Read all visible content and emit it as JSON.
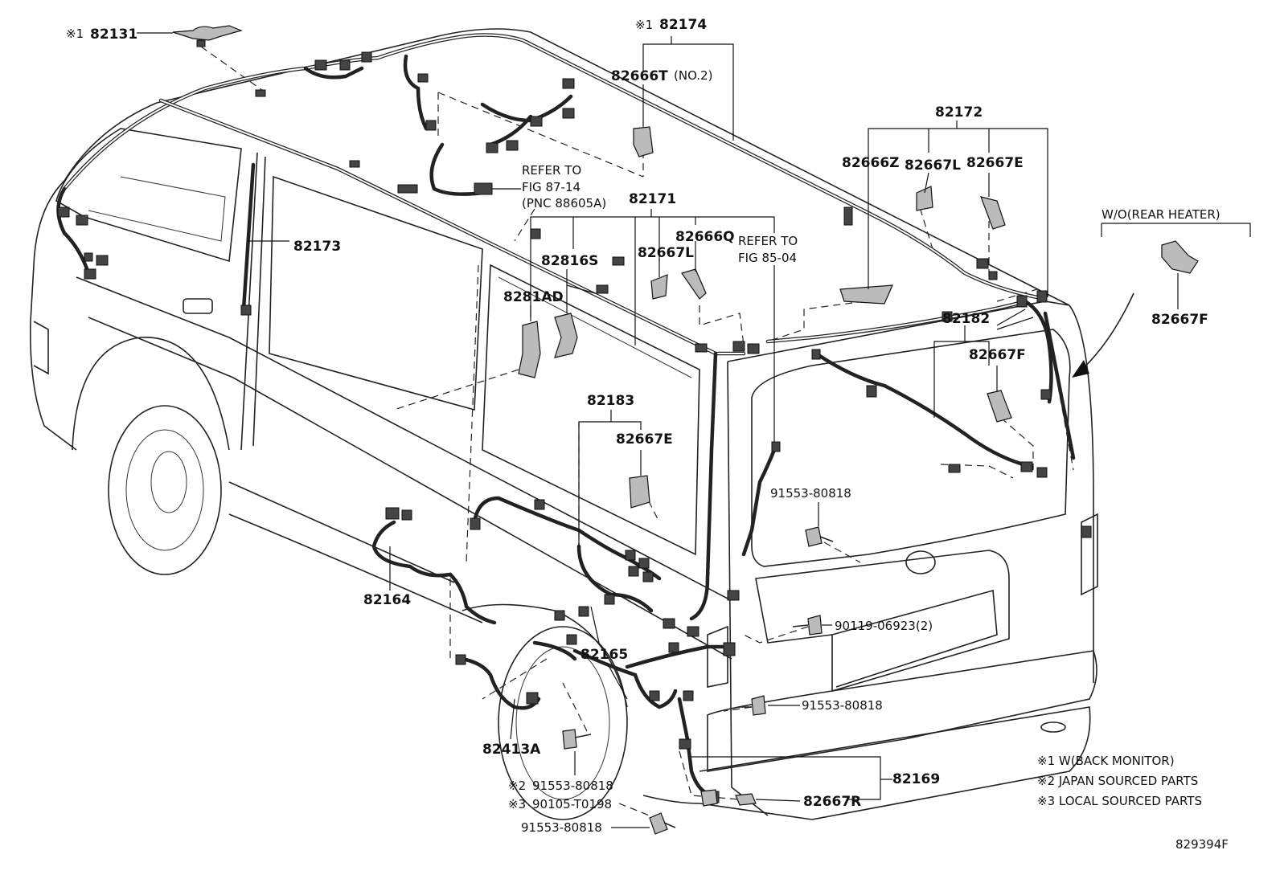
{
  "figure_id": "829394F",
  "labels": {
    "p82131": "82131",
    "p82174": "82174",
    "p82666T": "82666T",
    "p82666T_note": "(NO.2)",
    "p82172": "82172",
    "p82666Z": "82666Z",
    "p82667L_a": "82667L",
    "p82667E_a": "82667E",
    "p82171": "82171",
    "p82173": "82173",
    "p82816S": "82816S",
    "p8281AD": "8281AD",
    "p82667L_b": "82667L",
    "p82666Q": "82666Q",
    "p82183": "82183",
    "p82667E_b": "82667E",
    "p82182": "82182",
    "p82667F_a": "82667F",
    "p82667F_b": "82667F",
    "p82164": "82164",
    "p82165": "82165",
    "p82413A": "82413A",
    "p82169": "82169",
    "p82667R": "82667R",
    "b91553_a": "91553-80818",
    "b90119": "90119-06923(2)",
    "b91553_b": "91553-80818",
    "b91553_c": "91553-80818",
    "b90105": "90105-T0198",
    "b91553_d": "91553-80818"
  },
  "marks": {
    "m1": "※1",
    "m2": "※2",
    "m3": "※3"
  },
  "refs": {
    "ref1_line1": "REFER TO",
    "ref1_line2": "FIG 87-14",
    "ref1_line3": "(PNC 88605A)",
    "ref2_line1": "REFER TO",
    "ref2_line2": "FIG 85-04"
  },
  "variant_label": "W/O(REAR HEATER)",
  "legend": [
    "※1 W(BACK MONITOR)",
    "※2 JAPAN SOURCED PARTS",
    "※3 LOCAL SOURCED PARTS"
  ]
}
